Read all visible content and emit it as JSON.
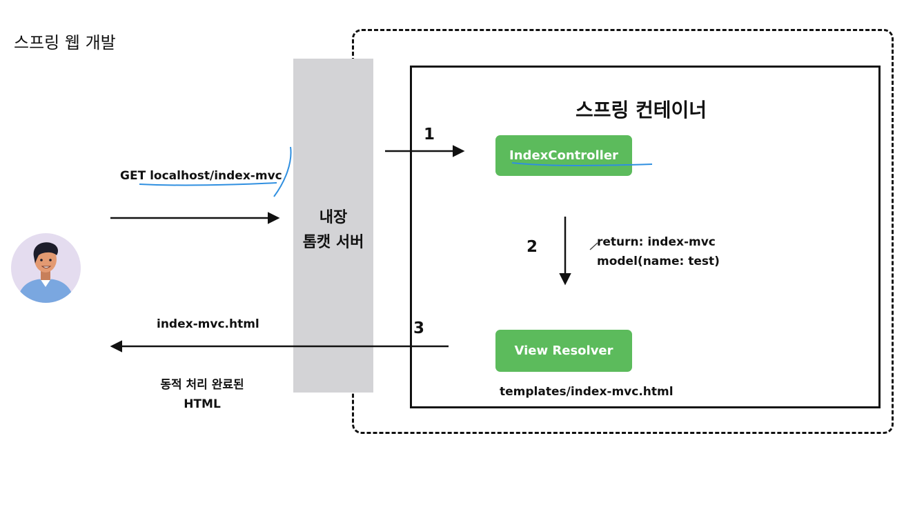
{
  "page_title": "스프링 웹 개발",
  "container_title": "스프링 컨테이너",
  "server": {
    "line1": "내장",
    "line2": "톰캣 서버"
  },
  "request": {
    "label": "GET localhost/index-mvc"
  },
  "controller": {
    "label": "IndexController"
  },
  "view_resolver": {
    "label": "View Resolver"
  },
  "template_path": "templates/index-mvc.html",
  "return_info": {
    "line1": "return: index-mvc",
    "line2": "model(name: test)"
  },
  "steps": {
    "one": "1",
    "two": "2",
    "three": "3"
  },
  "response": {
    "file": "index-mvc.html",
    "note_line1": "동적 처리 완료된",
    "note_line2": "HTML"
  },
  "colors": {
    "button_green": "#5cbb5c",
    "server_gray": "#d3d3d6",
    "annotation_blue": "#2f8fe0",
    "avatar_bg": "#e4dcef",
    "shirt_blue": "#7aa7e0"
  }
}
